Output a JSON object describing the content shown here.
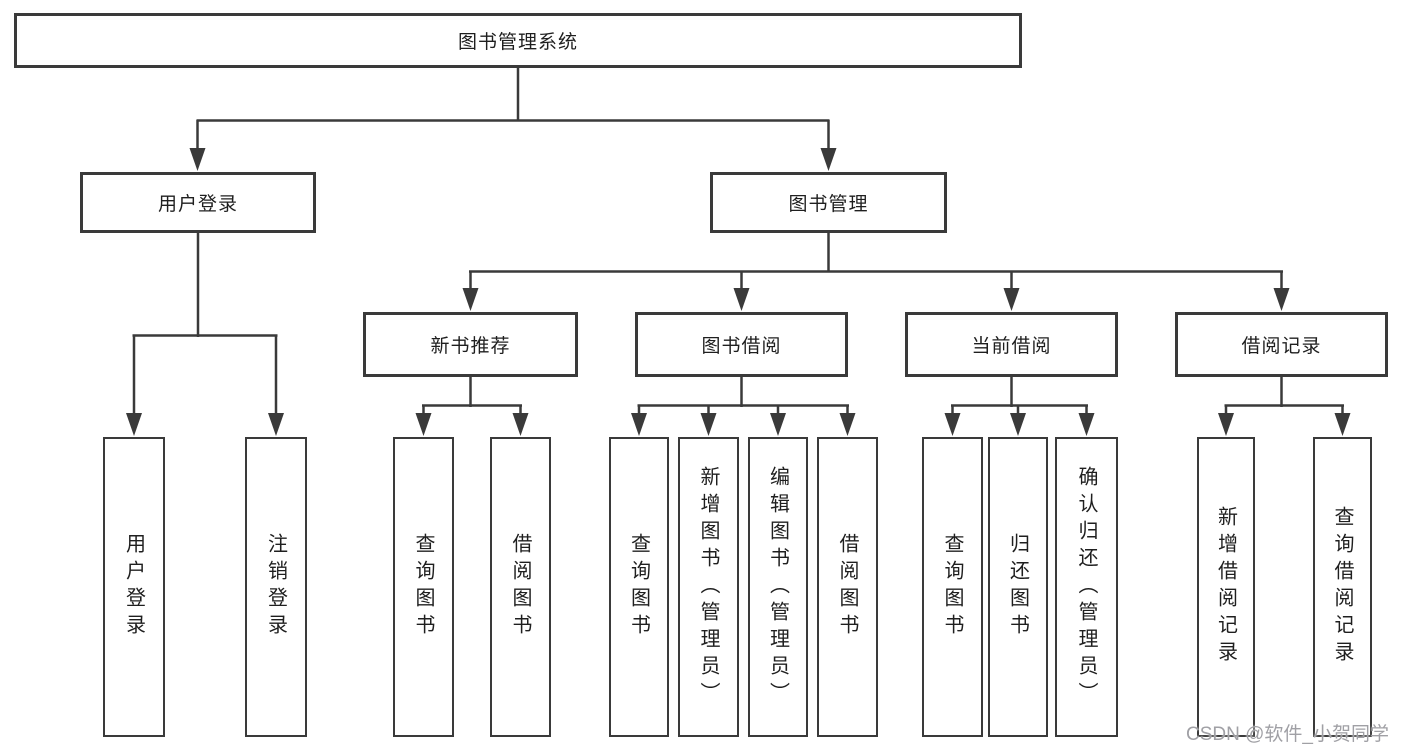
{
  "colors": {
    "line": "#3a3a3a",
    "box_border": "#3a3a3a",
    "text": "#1f1f1f",
    "watermark": "#a0a0a5",
    "background": "#ffffff"
  },
  "nodes": {
    "root": {
      "label": "图书管理系统"
    },
    "level2": [
      {
        "label": "用户登录"
      },
      {
        "label": "图书管理"
      }
    ],
    "level3": [
      {
        "label": "新书推荐"
      },
      {
        "label": "图书借阅"
      },
      {
        "label": "当前借阅"
      },
      {
        "label": "借阅记录"
      }
    ],
    "leaves": {
      "user_login": [
        {
          "label": "用户登录"
        },
        {
          "label": "注销登录"
        }
      ],
      "new_book_rec": [
        {
          "label": "查询图书"
        },
        {
          "label": "借阅图书"
        }
      ],
      "book_borrow": [
        {
          "label": "查询图书"
        },
        {
          "label": "新增图书（管理员）"
        },
        {
          "label": "编辑图书（管理员）"
        },
        {
          "label": "借阅图书"
        }
      ],
      "current_borrow": [
        {
          "label": "查询图书"
        },
        {
          "label": "归还图书"
        },
        {
          "label": "确认归还（管理员）"
        }
      ],
      "borrow_record": [
        {
          "label": "新增借阅记录"
        },
        {
          "label": "查询借阅记录"
        }
      ]
    }
  },
  "watermark": {
    "text": "CSDN @软件_小贺同学"
  }
}
